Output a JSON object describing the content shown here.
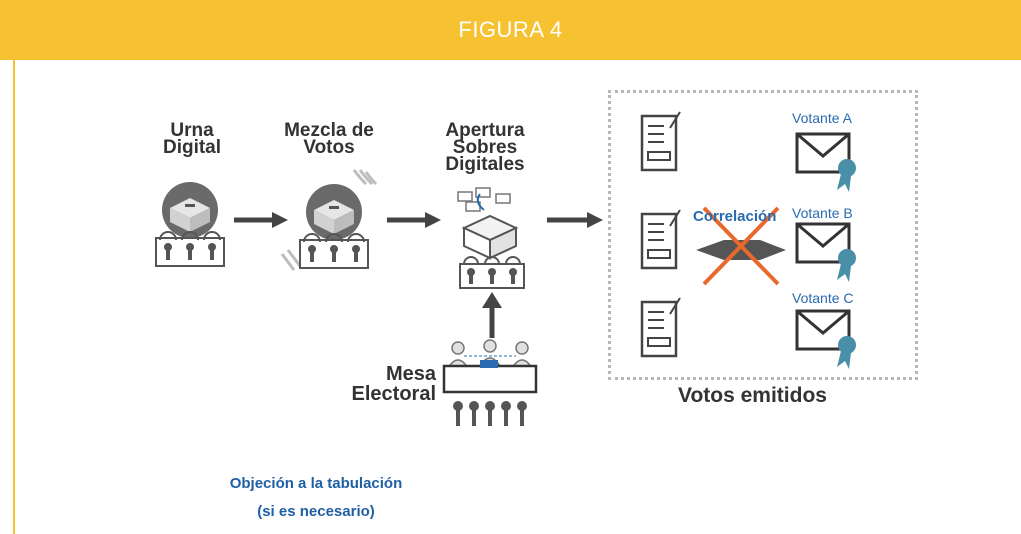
{
  "header": {
    "title": "FIGURA 4"
  },
  "stages": {
    "urna": "Urna Digital",
    "mezcla": "Mezcla de Votos",
    "apertura": "Apertura Sobres Digitales",
    "mesa": "Mesa Electoral"
  },
  "output": {
    "correlation": "Correlación",
    "voters": [
      "Votante A",
      "Votante B",
      "Votante C"
    ],
    "caption": "Votos emitidos"
  },
  "objection": {
    "line1": "Objeción a la tabulación",
    "line2": "(si es necesario)"
  },
  "colors": {
    "header": "#f7c232",
    "voter_text": "#2a6bb0",
    "cross": "#e8692c",
    "seal": "#4a8fa8"
  }
}
